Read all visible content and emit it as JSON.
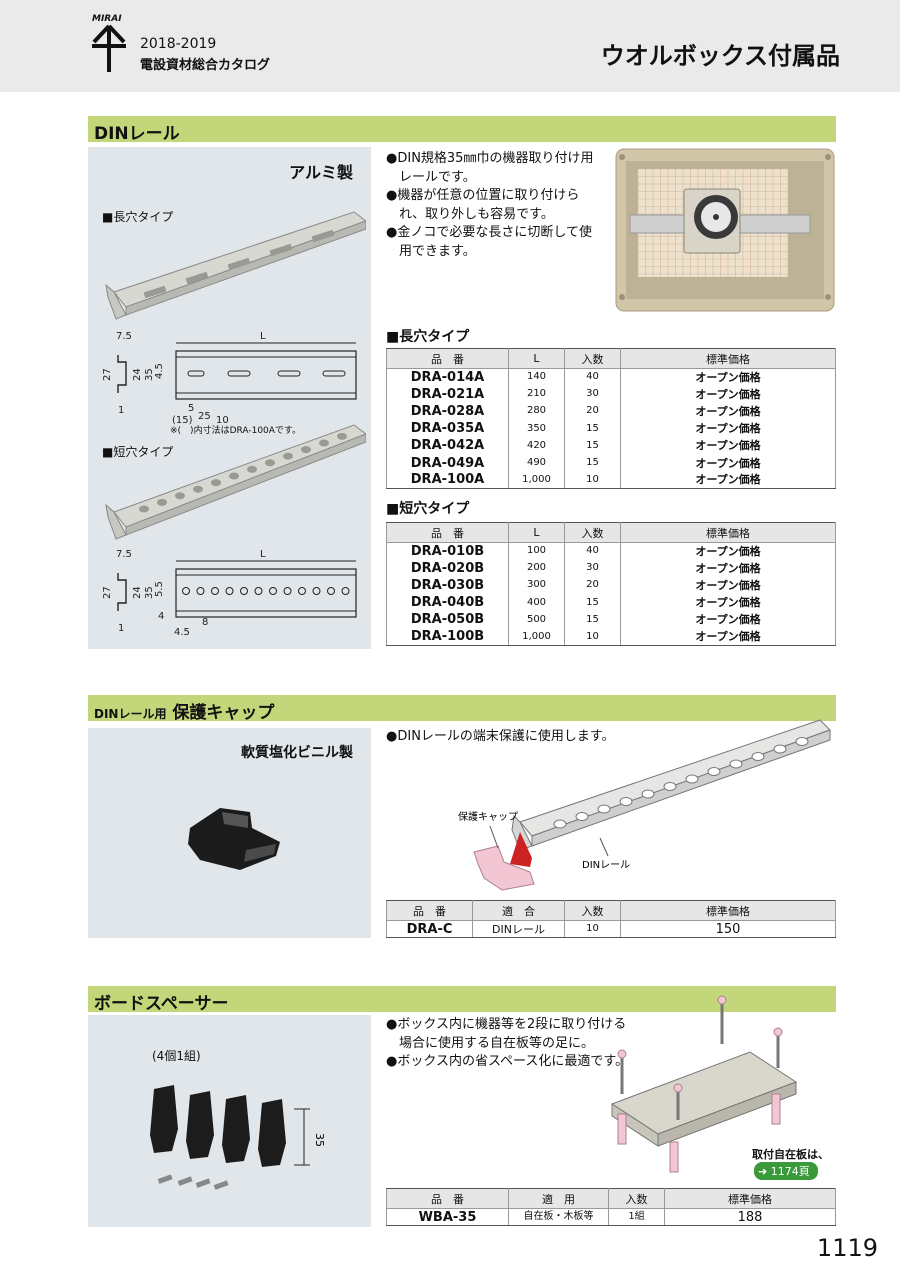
{
  "header": {
    "brand": "MIRAI",
    "catalog_year": "2018-2019",
    "catalog_title": "電設資材総合カタログ",
    "page_title": "ウオルボックス付属品"
  },
  "din_rail": {
    "title": "DINレール",
    "material": "アルミ製",
    "long_label": "■長穴タイプ",
    "short_label": "■短穴タイプ",
    "note": "※(　)内寸法はDRA-100Aです。",
    "dims_long": [
      "7.5",
      "27",
      "24",
      "35",
      "4.5",
      "1",
      "5",
      "(15)",
      "25",
      "10",
      "L"
    ],
    "dims_short": [
      "7.5",
      "27",
      "24",
      "35",
      "5.5",
      "1",
      "4",
      "4.5",
      "8",
      "L"
    ],
    "bullets": [
      "●DIN規格35㎜巾の機器取り付け用レールです。",
      "●機器が任意の位置に取り付けられ、取り外しも容易です。",
      "●金ノコで必要な長さに切断して使用できます。"
    ],
    "long_heading": "■長穴タイプ",
    "short_heading": "■短穴タイプ",
    "headers": [
      "品　番",
      "L",
      "入数",
      "標準価格"
    ],
    "long_rows": [
      [
        "DRA-014A",
        "140",
        "40",
        "オープン価格"
      ],
      [
        "DRA-021A",
        "210",
        "30",
        "オープン価格"
      ],
      [
        "DRA-028A",
        "280",
        "20",
        "オープン価格"
      ],
      [
        "DRA-035A",
        "350",
        "15",
        "オープン価格"
      ],
      [
        "DRA-042A",
        "420",
        "15",
        "オープン価格"
      ],
      [
        "DRA-049A",
        "490",
        "15",
        "オープン価格"
      ],
      [
        "DRA-100A",
        "1,000",
        "10",
        "オープン価格"
      ]
    ],
    "short_rows": [
      [
        "DRA-010B",
        "100",
        "40",
        "オープン価格"
      ],
      [
        "DRA-020B",
        "200",
        "30",
        "オープン価格"
      ],
      [
        "DRA-030B",
        "300",
        "20",
        "オープン価格"
      ],
      [
        "DRA-040B",
        "400",
        "15",
        "オープン価格"
      ],
      [
        "DRA-050B",
        "500",
        "15",
        "オープン価格"
      ],
      [
        "DRA-100B",
        "1,000",
        "10",
        "オープン価格"
      ]
    ]
  },
  "cap": {
    "title_small": "DINレール用",
    "title": "保護キャップ",
    "material": "軟質塩化ビニル製",
    "bullet": "●DINレールの端末保護に使用します。",
    "label_cap": "保護キャップ",
    "label_rail": "DINレール",
    "headers": [
      "品　番",
      "適　合",
      "入数",
      "標準価格"
    ],
    "rows": [
      [
        "DRA-C",
        "DINレール",
        "10",
        "150"
      ]
    ]
  },
  "spacer": {
    "title": "ボードスペーサー",
    "set_note": "(4個1組)",
    "dim": "35",
    "bullets": [
      "●ボックス内に機器等を2段に取り付ける場合に使用する自在板等の足に。",
      "●ボックス内の省スペース化に最適です。"
    ],
    "ref_text": "取付自在板は、",
    "ref_page": "1174頁",
    "headers": [
      "品　番",
      "適　用",
      "入数",
      "標準価格"
    ],
    "rows": [
      [
        "WBA-35",
        "自在板・木板等",
        "1組",
        "188"
      ]
    ]
  },
  "page_number": "1119"
}
